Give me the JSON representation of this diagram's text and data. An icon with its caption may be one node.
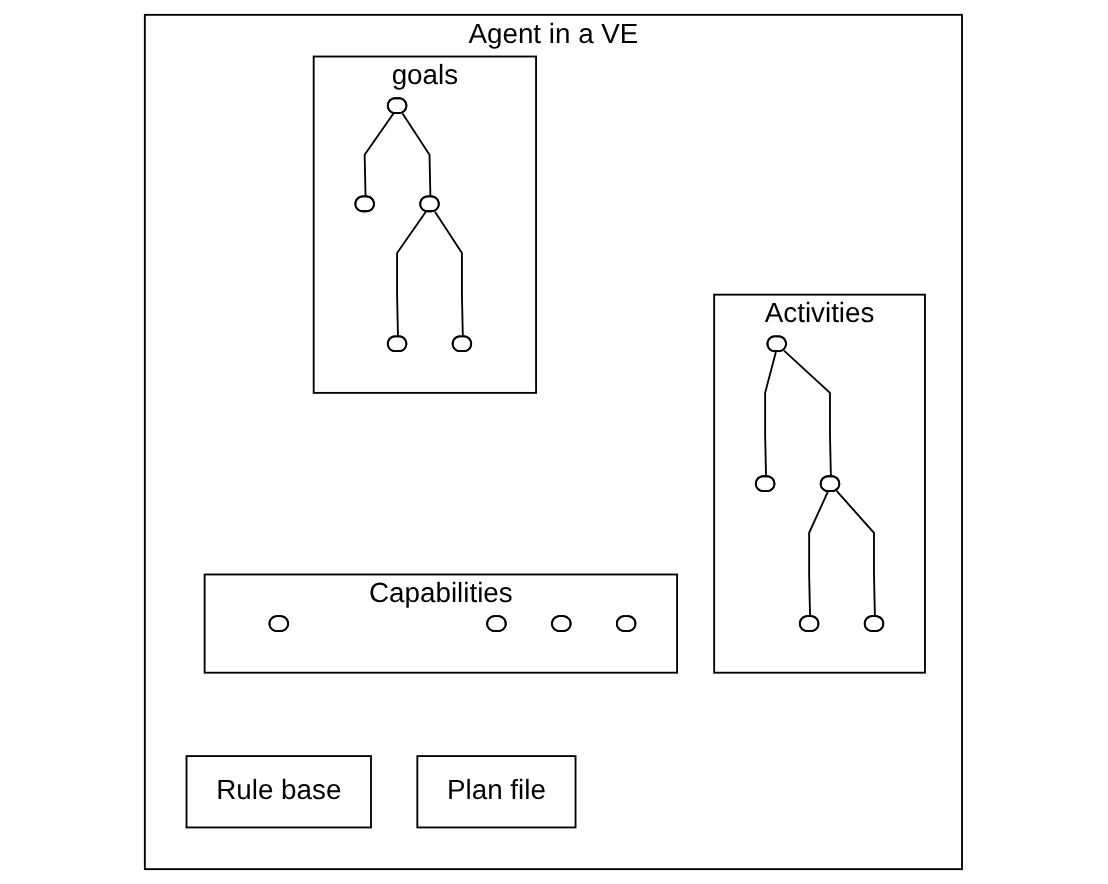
{
  "diagram": {
    "nodes": [
      {
        "text": [
          "Agent in a VE"
        ]
      },
      {
        "text": [
          "goals"
        ],
        "in": 0
      },
      {
        "text": [],
        "shape": "oval",
        "in": 1
      },
      {
        "text": [],
        "shape": "oval",
        "in": 1
      },
      {
        "text": [],
        "shape": "oval",
        "in": 1
      },
      {
        "text": [],
        "shape": "oval",
        "in": 1
      },
      {
        "text": [],
        "shape": "oval",
        "in": 1
      },
      {
        "text": [
          "Activities"
        ],
        "in": 0
      },
      {
        "text": [],
        "shape": "oval",
        "in": 7
      },
      {
        "text": [],
        "shape": "oval",
        "in": 7
      },
      {
        "text": [],
        "shape": "oval",
        "in": 7
      },
      {
        "text": [],
        "shape": "oval",
        "in": 7
      },
      {
        "text": [],
        "shape": "oval",
        "in": 7
      },
      {
        "text": [
          "Capabilities"
        ],
        "in": 0
      },
      {
        "text": [],
        "shape": "oval",
        "in": 13
      },
      {
        "text": [],
        "shape": "oval",
        "in": 13
      },
      {
        "text": [],
        "shape": "oval",
        "in": 13
      },
      {
        "text": [],
        "shape": "oval",
        "in": 13
      },
      {
        "text": [
          "Rule base"
        ],
        "in": 0
      },
      {
        "text": [
          "Plan file"
        ],
        "in": 0
      }
    ],
    "edges": [
      {
        "from": 2,
        "to": 3,
        "arrow": "none"
      },
      {
        "from": 2,
        "to": 4,
        "arrow": "none"
      },
      {
        "from": 4,
        "to": 5,
        "arrow": "none"
      },
      {
        "from": 4,
        "to": 6,
        "arrow": "none"
      },
      {
        "from": 8,
        "to": 9,
        "arrow": "none"
      },
      {
        "from": 8,
        "to": 10,
        "arrow": "none"
      },
      {
        "from": 10,
        "to": 11,
        "arrow": "none"
      },
      {
        "from": 10,
        "to": 12,
        "arrow": "none"
      }
    ]
  }
}
